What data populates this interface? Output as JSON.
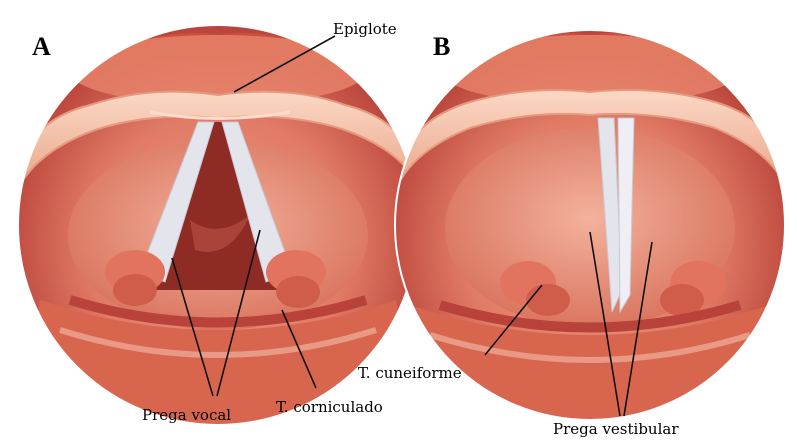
{
  "panels": [
    {
      "letter": "A",
      "state": "open"
    },
    {
      "letter": "B",
      "state": "closed"
    }
  ],
  "labels": {
    "epiglote": "Epiglote",
    "prega_vocal": "Prega vocal",
    "t_corniculado": "T. corniculado",
    "t_cuneiforme": "T. cuneiforme",
    "prega_vestibular": "Prega vestibular"
  },
  "colors": {
    "tissue_dark": "#c8463a",
    "tissue_mid": "#e2735f",
    "tissue_light": "#f2a48c",
    "epiglottis": "#f7c7ae",
    "cord": "#e4e4ec",
    "lumen": "#8e2b24",
    "line": "#111111"
  }
}
